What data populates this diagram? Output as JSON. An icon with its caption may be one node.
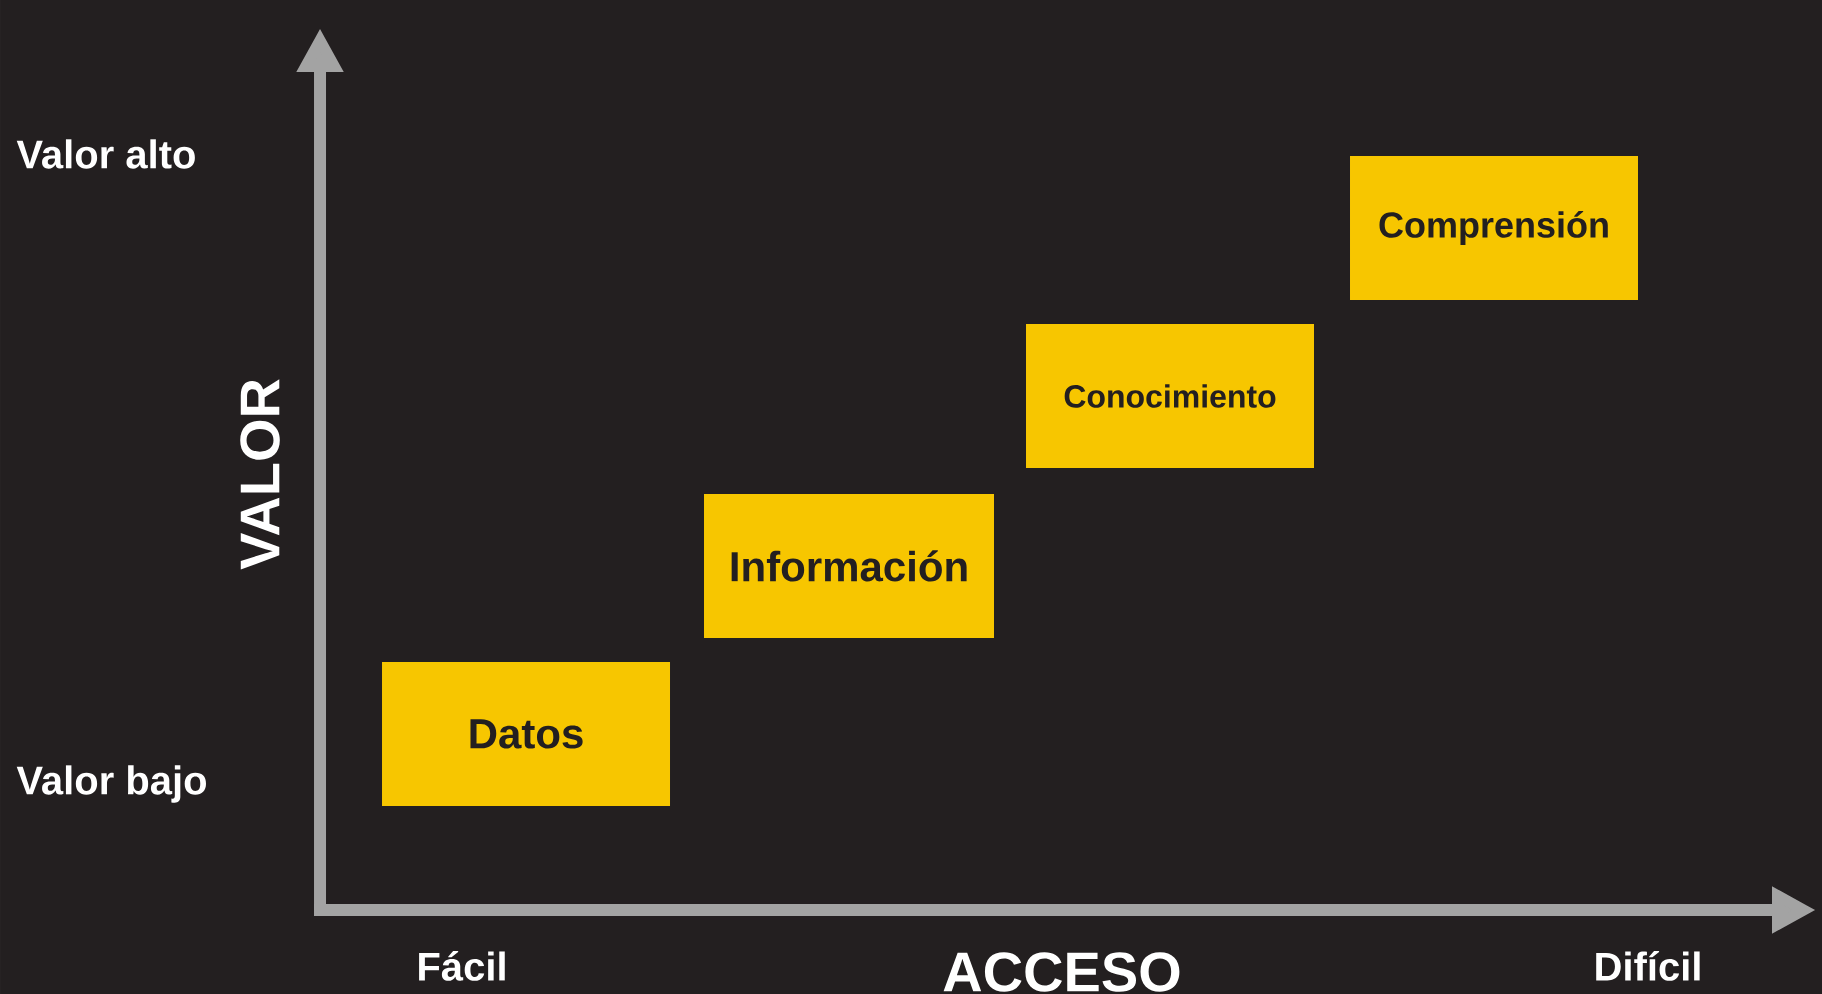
{
  "diagram": {
    "nodes": [
      {
        "text": [
          "Datos"
        ]
      },
      {
        "text": [
          "Información"
        ]
      },
      {
        "text": [
          "Conocimiento"
        ]
      },
      {
        "text": [
          "Comprensión"
        ]
      }
    ],
    "labels": [
      "Valor alto",
      "VALOR",
      "Valor bajo",
      "Fácil",
      "ACCESO",
      "Difícil"
    ]
  }
}
